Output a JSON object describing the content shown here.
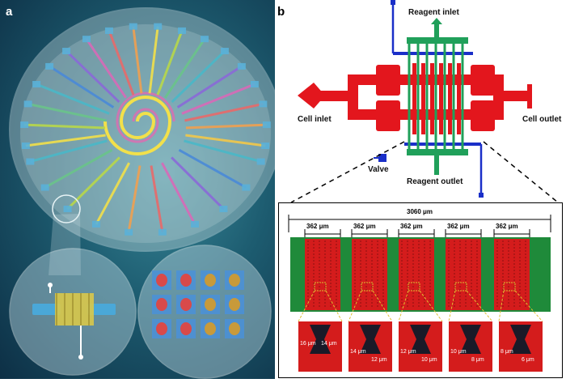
{
  "panels": {
    "a": "a",
    "b": "b"
  },
  "labels": {
    "reagent_inlet": "Reagent  inlet",
    "reagent_outlet": "Reagent  outlet",
    "cell_inlet": "Cell inlet",
    "cell_outlet": "Cell outlet",
    "valve": "Valve"
  },
  "zoom": {
    "total_width": "3060 μm",
    "segment_widths": [
      "362 μm",
      "362 μm",
      "362 μm",
      "362 μm",
      "362 μm"
    ],
    "tiles": [
      {
        "left": "16 μm",
        "right": "14 μm"
      },
      {
        "left": "14 μm",
        "right": "12 μm"
      },
      {
        "left": "12 μm",
        "right": "10 μm"
      },
      {
        "left": "10 μm",
        "right": "8 μm"
      },
      {
        "left": "8 μm",
        "right": "6 μm"
      }
    ]
  },
  "colors": {
    "cell_channel": "#e3161d",
    "reagent_channel": "#20a05a",
    "valve_line": "#1a2fc8",
    "dish_bg": "#1d5c70"
  }
}
